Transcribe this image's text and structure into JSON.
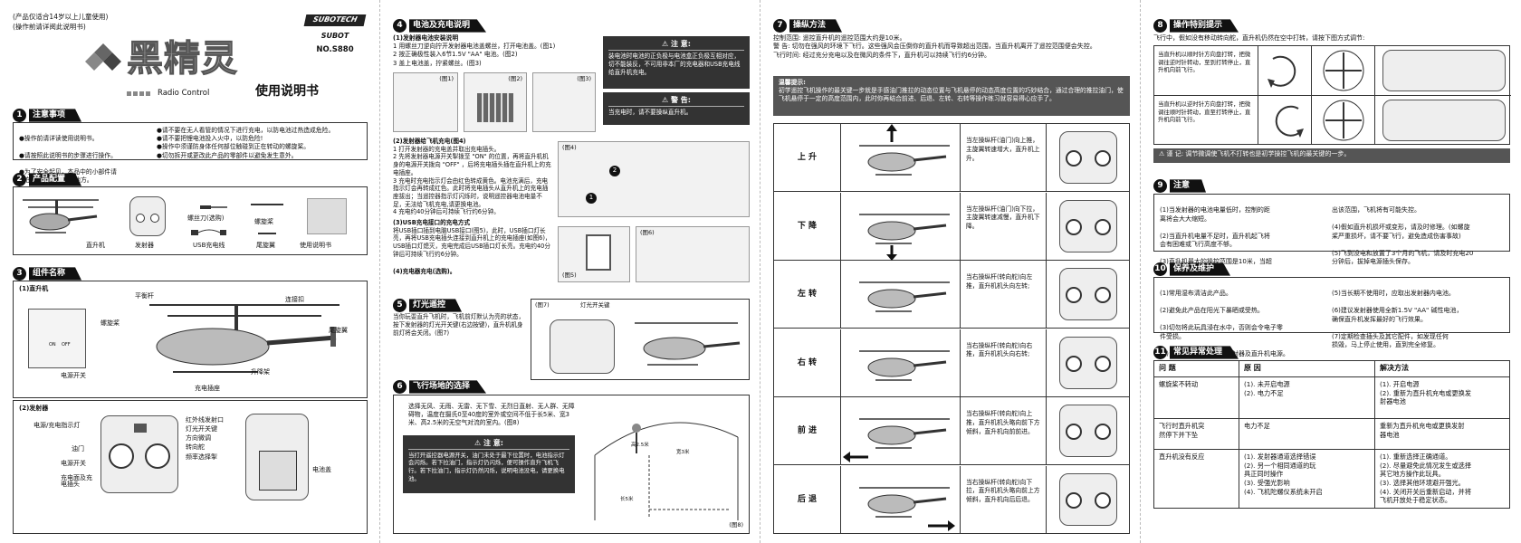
{
  "p1": {
    "age_note": "(产品仅适合14岁以上儿童使用)",
    "read_note": "(操作前请详阅此说明书)",
    "brand_logo": "SUBOTECH",
    "sub_logo": "SUBOT",
    "model_no": "NO.S880",
    "title_cn": "黑精灵",
    "radio_control": "Radio Control",
    "manual_title": "使用说明书",
    "sec1": {
      "num": "1",
      "title": "注意事项"
    },
    "notes_left": [
      "●操作前请详读使用说明书。",
      "●请按照此说明书的步骤进行操作。",
      "●为了安全起见，本品中的小部件请\n 放在小孩子拿不到的地方。"
    ],
    "notes_right": [
      "●请不要在无人看管的情况下进行充电，以防电池过热造成危险。",
      "●请不要把锂电池投入火中，以防危险!",
      "●操作中须谨防身体任何部位触碰到正在转动的螺旋桨。",
      "●切勿拆开或更改此产品的零部件以避免发生意外。"
    ],
    "sec2": {
      "num": "2",
      "title": "产品配置"
    },
    "config": [
      "直升机",
      "发射器",
      "螺丝刀(选购)",
      "USB充电线",
      "螺旋桨",
      "尾旋翼",
      "使用说明书"
    ],
    "sec3": {
      "num": "3",
      "title": "组件名称"
    },
    "heli_label": "(1)直升机",
    "heli_parts": [
      "平衡杆",
      "连接扣",
      "螺旋桨",
      "尾旋翼",
      "升降架",
      "电源开关",
      "充电插座"
    ],
    "switch_on": "ON",
    "switch_off": "OFF",
    "tx_label": "(2)发射器",
    "tx_parts_left": [
      "电源/充电指示灯",
      "油门",
      "电源开关",
      "充电面及充\n电插头"
    ],
    "tx_parts_right": [
      "红外线发射口",
      "灯光开关键",
      "方向微调",
      "转向舵",
      "频率选择掣"
    ],
    "battery_cover": "电池盖"
  },
  "p2": {
    "sec4": {
      "num": "4",
      "title": "电池及充电说明"
    },
    "s4_1_title": "(1)发射器电池安装说明",
    "s4_1_items": [
      "1 用螺丝刀逆向拧开发射器电池盖螺丝，打开电池盖。(图1)",
      "2 按正确极性装入6节1.5V \"AA\" 电池。(图2)",
      "3 盖上电池盖，拧紧螺丝。(图3)"
    ],
    "fig": [
      "(图1)",
      "(图2)",
      "(图3)",
      "(图4)",
      "(图5)",
      "(图6)",
      "(图7)",
      "(图8)"
    ],
    "warn_title": "注 意:",
    "warn_text": "装电池时电池的正负极与电池盒正负极互相对应，切不能装反，不可用非本厂的充电器和USB充电线给直升机充电。",
    "alert_title": "警 告:",
    "alert_text": "当充电时，请不要操纵直升机。",
    "s4_2_title": "(2)发射器给飞机充电(图4)",
    "s4_2_items": [
      "1 打开发射器的充电盖并取出充电插头。",
      "2 先将发射器电源开关掣拨至 \"ON\" 的位置，再将直升机机身的电源开关拨向 \"OFF\" ，后将充电插头插在直升机上的充电插座。",
      "3 充电时充电指示灯会由红色转成黄色。电池充满后，充电指示灯会再转成红色。此时将充电插头从直升机上的充电插座拔出；当遥控器指示灯闪烁时，说明遥控器电池电量不足，无法给飞机充电,请更换电池。",
      "4 充电约40分钟后可持续飞行约6分钟。"
    ],
    "s4_3_title": "(3)USB充电接口的充电方式",
    "s4_3_text": "将USB插口插到电脑USB接口(图5)，此时，USB插口灯长亮，再将USB充电插头连接到直升机上的充电插座(如图6)，USB插口灯熄灭，充电完成后USB插口灯长亮。充电约40分钟后可持续飞行约6分钟。",
    "s4_4_title": "(4)充电器充电(选购)。",
    "sec5": {
      "num": "5",
      "title": "灯光遥控"
    },
    "s5_text": "当你玩耍直升飞机时，飞机前灯默认为亮的状态，按下发射器的灯光开关键(右边按键)，直升机机身前灯将会关闭。(图7)",
    "light_switch": "灯光开关键",
    "sec6": {
      "num": "6",
      "title": "飞行场地的选择"
    },
    "s6_text": "选择无风、无雨、无雷、无下雪、无烈日直射、无人群、无障碍物，温度在摄氏0至40度的室外或空间不低于长5米、宽3米、高2.5米的无空气对流的室内。(图8)",
    "s6_warn_title": "注 意:",
    "s6_warn_text": "当打开遥控器电源开关，油门未处于最下位置时，电池指示灯会闪烁。若下拉油门，指示灯仍闪烁，便可操作直升飞机飞行。若下拉油门，指示灯仍然闪烁，说明电池没电，请更换电池。",
    "room_dims": [
      "高2.5米",
      "宽3米",
      "长5米"
    ]
  },
  "p3": {
    "sec7": {
      "num": "7",
      "title": "操纵方法"
    },
    "range": "控制范围: 遥控直升机的遥控范围大约是10米。",
    "warning": "警    告: 切勿在强风的环境下飞行。这些强风会压倒你的直升机而导致超出范围，当直升机离开了遥控范围便会失控。",
    "flight_time": "飞行时间: 经过充分充电以及在微风的条件下，直升机可以持续飞行约6分钟。",
    "tip_title": "温馨提示:",
    "tip_text": "初学遥控飞机操作的最关键一步就是手感油门推拉的动态位置与飞机悬停的动态高度位置的巧妙结合，通过合理的推拉油门，使飞机悬停于一定的高度范围内，此时你再结合前进、后退、左转、右转等操作练习就容易得心应手了。",
    "rows": [
      {
        "label": "上 升",
        "desc": "当左操纵杆(油门)向上推，主旋翼转速增大，直升机上升。"
      },
      {
        "label": "下 降",
        "desc": "当左操纵杆(油门)向下拉，主旋翼转速减慢，直升机下降。"
      },
      {
        "label": "左 转",
        "desc": "当右操纵杆(转向舵)向左推，直升机机头向左转;"
      },
      {
        "label": "右 转",
        "desc": "当右操纵杆(转向舵)向右推，直升机机头向右转;"
      },
      {
        "label": "前 进",
        "desc": "当右操纵杆(转向舵)向上推，直升机机头略向前下方倾斜，直升机向前前进。"
      },
      {
        "label": "后 退",
        "desc": "当右操纵杆(转向舵)向下拉，直升机机头略向前上方倾斜，直升机向后后退。"
      }
    ]
  },
  "p4": {
    "sec8": {
      "num": "8",
      "title": "操作特别提示"
    },
    "s8_intro": "飞行中，假如没有移动转向舵，直升机仍然在空中打转，请按下图方式调节:",
    "trim1": "当直升机以顺时针方向盘打转，把微调往逆时针转动，至到打转停止，直升机向前飞行。",
    "trim2": "当直升机以逆时针方向盘打转，把微调往顺时针转动，直至打转停止，直升机向前飞行。",
    "s8_note": "谨 记: 调节微调使飞机不打转也是初学操控飞机的最关键的一步。",
    "sec9": {
      "num": "9",
      "title": "注意"
    },
    "s9_left": [
      "(1)当发射器的电池电量低时，控制的距\n   离将会大大缩短。",
      "(2)当直升机电量不足时，直升机起飞将\n   会有困难或飞行高度不够。",
      "(3)直升机最大的操控范围是10米，当超"
    ],
    "s9_right": [
      "   出该范围，飞机将有可能失控。",
      "(4)假如直升机损坏或变形，请及时修理。(如螺旋\n   桨严重损坏，请不要飞行，避免造成伤害事故)",
      "(5)飞到没电和放置了3个月的飞机，请及时充电20\n   分钟后，拔掉电源插头保存。"
    ],
    "sec10": {
      "num": "10",
      "title": "保养及维护"
    },
    "s10_left": [
      "(1)常用湿布清洁此产品。",
      "(2)避免此产品在阳光下暴晒或受热。",
      "(3)切勿将此玩具浸在水中，否则会令电子零\n   件受损。",
      "(4)当不使用时，应关闭发射器及直升机电源。"
    ],
    "s10_right": [
      "(5)当长期不使用时，应取出发射器内电池。",
      "(6)建议发射器使用全新1.5V \"AA\" 碱性电池，\n   确保直升机发挥最好的飞行效果。",
      "(7)定期检查插头及其它配件，如发现任何\n   损毁，马上停止使用，直到完全修复。"
    ],
    "sec11": {
      "num": "11",
      "title": "常见异常处理"
    },
    "th": [
      "问 题",
      "原 因",
      "解决方法"
    ],
    "trouble": [
      {
        "q": "螺旋桨不转动",
        "c": "(1). 未开启电源\n(2). 电力不足",
        "s": "(1). 开启电源\n(2). 重新为直升机充电或更换发\n      射器电池"
      },
      {
        "q": "飞行时直升机突\n然停下并下坠",
        "c": "电力不足",
        "s": "重新为直升机充电或更换发射\n器电池"
      },
      {
        "q": "直升机没有反应",
        "c": "(1). 发射器通道选择错误\n(2). 另一个相同通道的玩\n      具正同时操作\n(3). 受强光影响\n(4). 飞机陀螺仪系统未开启",
        "s": "(1). 重新选择正确通道。\n(2). 尽量避免此情况发生或选择\n      其它地方操作此玩具。\n(3). 选择其他环境避开强光。\n(4). 关闭开关后重新启动，并将\n      飞机开放处于稳定状态。"
      }
    ]
  }
}
